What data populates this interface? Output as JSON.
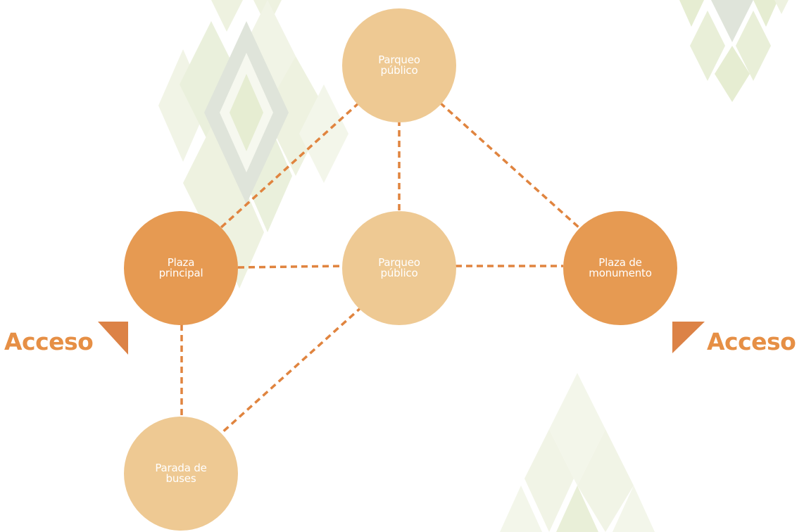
{
  "colors": {
    "node_light": "#eec993",
    "node_dark": "#e69a52",
    "connector": "#e0843f",
    "access_text": "#e68f45",
    "access_marker": "#dc8246",
    "pattern_green": "#e6edd2",
    "pattern_grey": "#dfe4da"
  },
  "nodes": {
    "top": {
      "line1": "Parqueo",
      "line2": "público"
    },
    "center": {
      "line1": "Parqueo",
      "line2": "público"
    },
    "left": {
      "line1": "Plaza",
      "line2": "principal"
    },
    "right": {
      "line1": "Plaza de",
      "line2": "monumento"
    },
    "bottom": {
      "line1": "Parada de",
      "line2": "buses"
    }
  },
  "access_left": "Acceso",
  "access_right": "Acceso"
}
